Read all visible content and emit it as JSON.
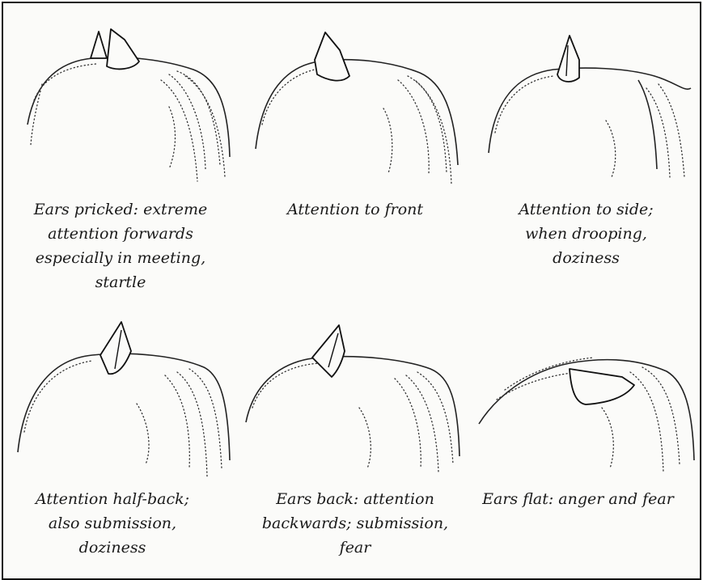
{
  "captions": {
    "ears_pricked": [
      "Ears pricked: extreme",
      "attention forwards",
      "especially in meeting,",
      "startle"
    ],
    "attention_front": [
      "Attention to front"
    ],
    "attention_side": [
      "Attention to side;",
      "when drooping,",
      "doziness"
    ],
    "attention_half_back": [
      "Attention half-back;",
      "also submission,",
      "doziness"
    ],
    "ears_back": [
      "Ears back: attention",
      "backwards; submission,",
      "fear"
    ],
    "ears_flat": [
      "Ears flat: anger and fear"
    ]
  }
}
